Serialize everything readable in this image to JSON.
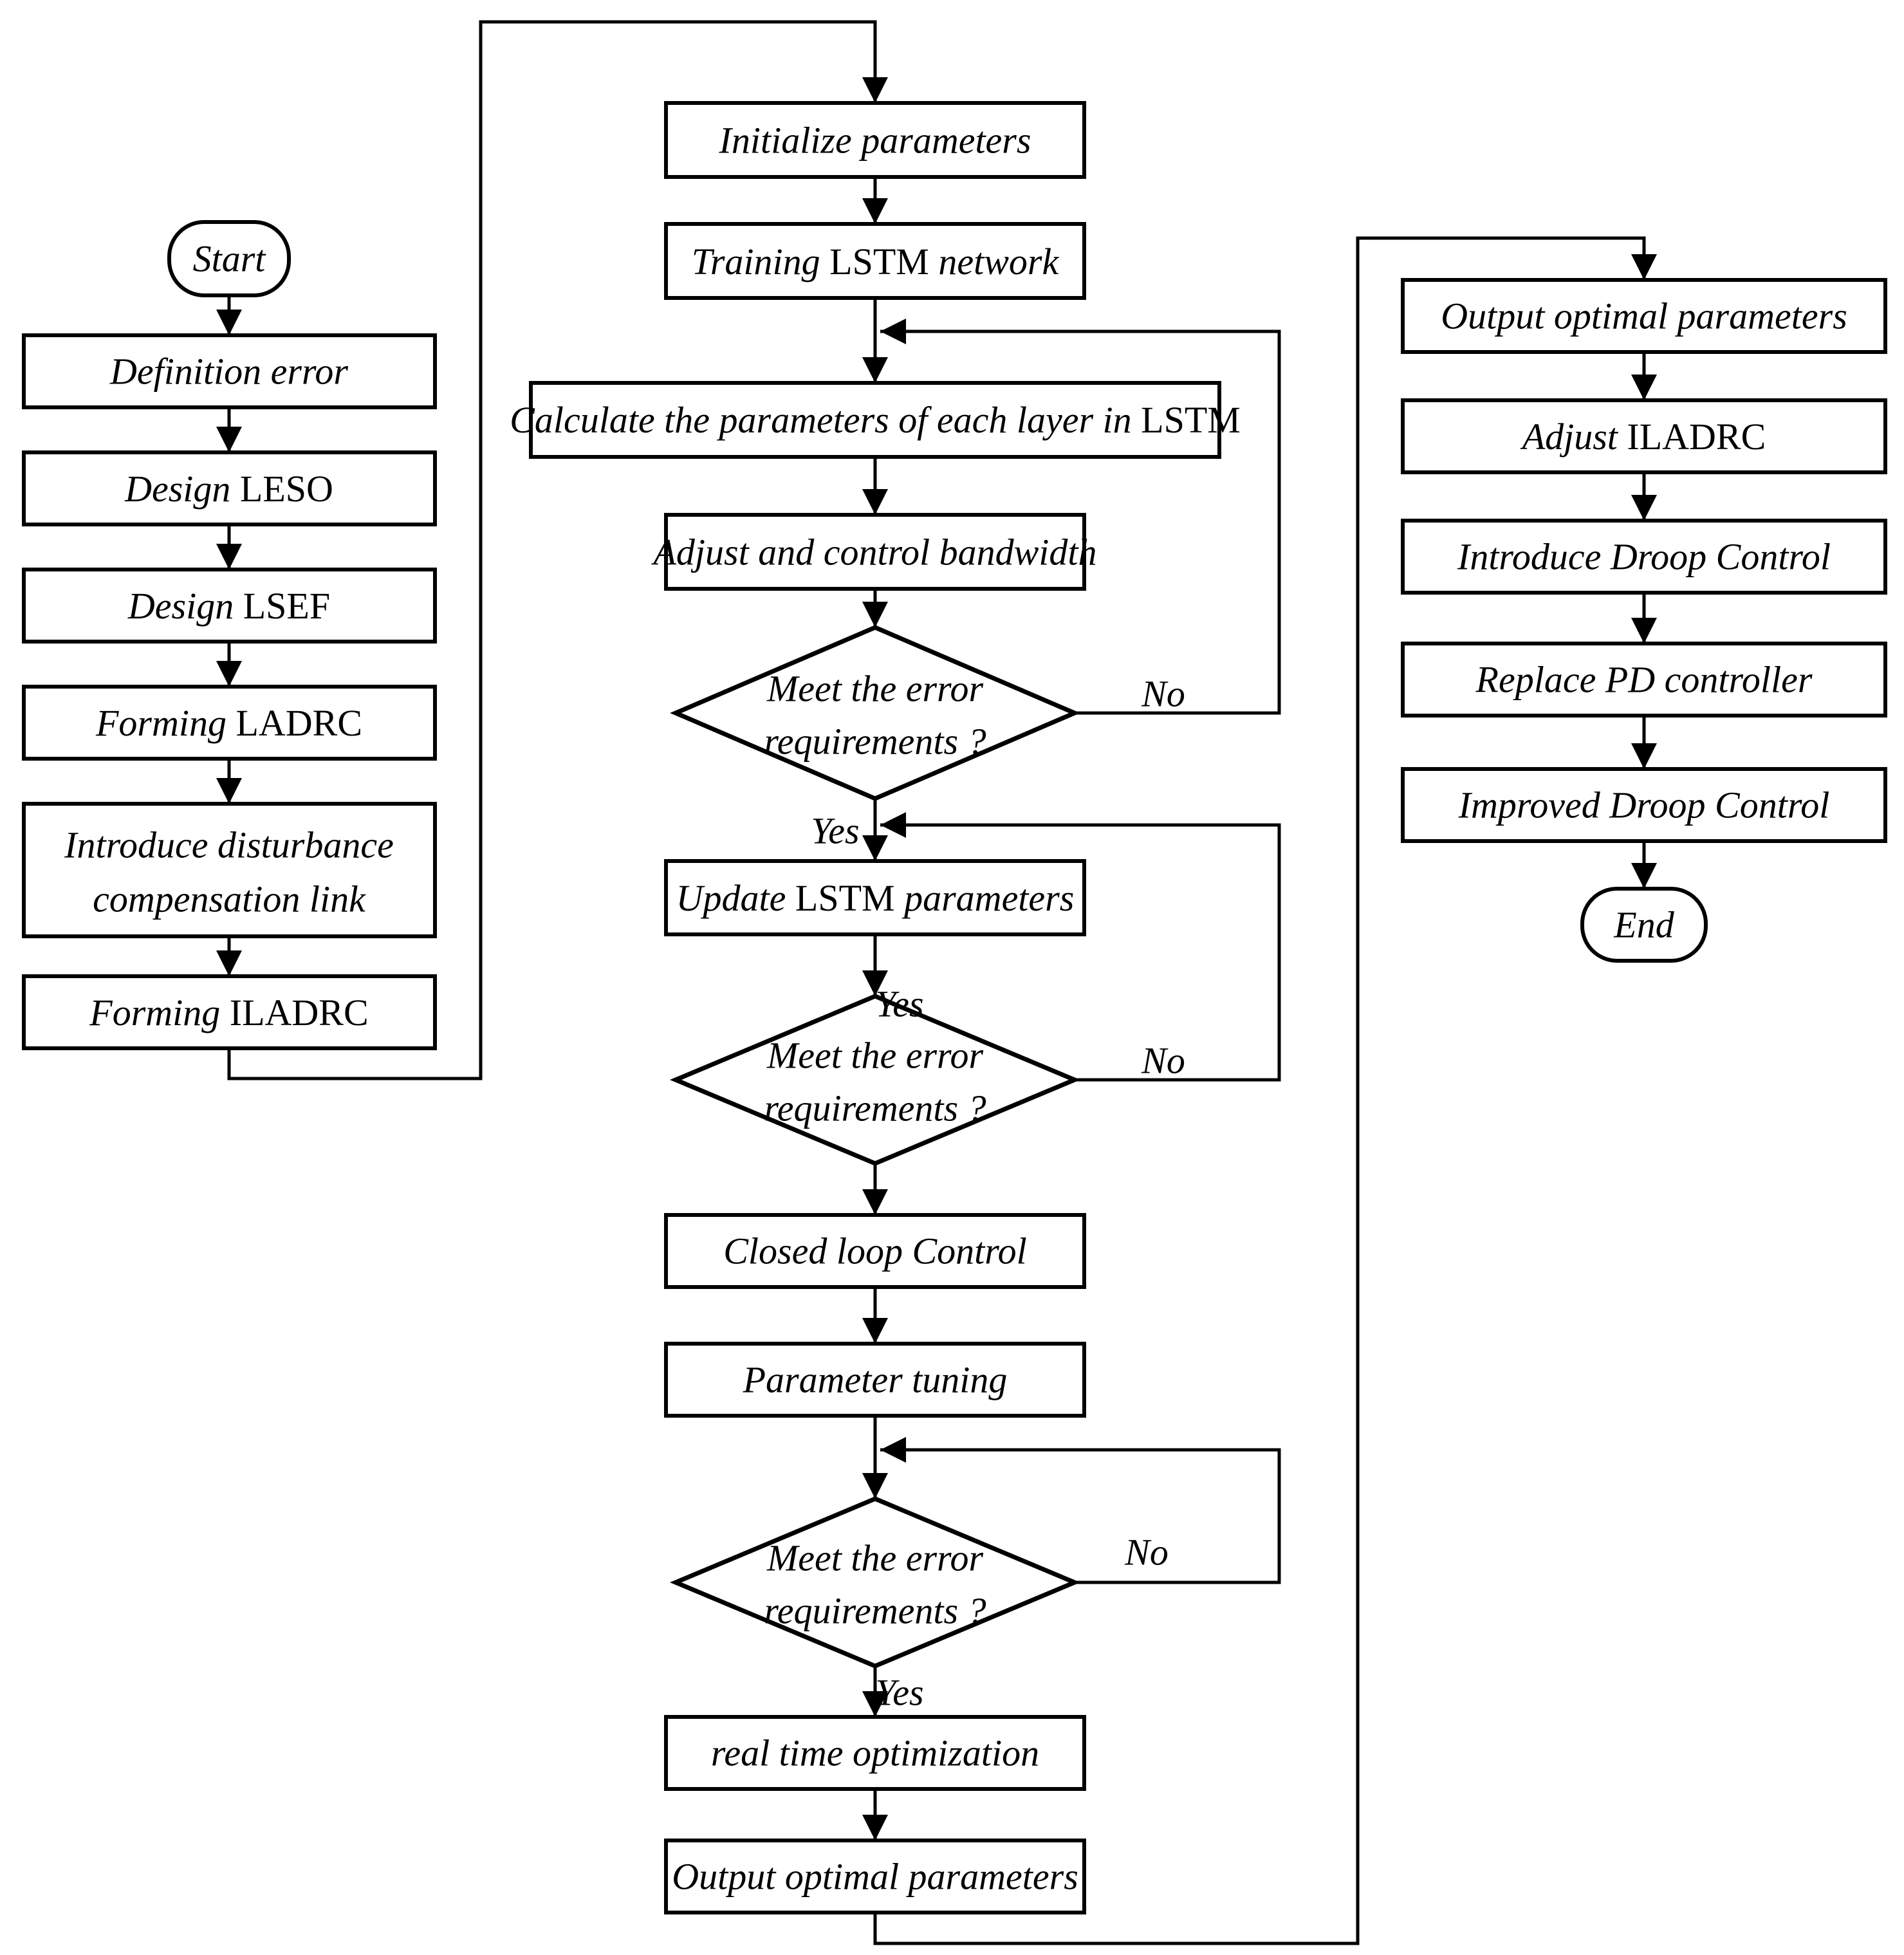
{
  "title": "ILADRC LSTM parameter optimization flowchart",
  "colors": {
    "ink": "#000000",
    "background": "#ffffff"
  },
  "left": {
    "start": {
      "label": "Start"
    },
    "definition_error": {
      "label": "Definition error"
    },
    "design_leso": {
      "segments": [
        {
          "t": "Design "
        },
        {
          "t": "LESO"
        }
      ]
    },
    "design_lsef": {
      "segments": [
        {
          "t": "Design "
        },
        {
          "t": "LSEF"
        }
      ]
    },
    "forming_ladrc": {
      "segments": [
        {
          "t": "Forming "
        },
        {
          "t": "LADRC"
        }
      ]
    },
    "introduce_disturbance": {
      "line1": "Introduce disturbance",
      "line2": "compensation link"
    },
    "forming_iladrc": {
      "segments": [
        {
          "t": "Forming "
        },
        {
          "t": "ILADRC"
        }
      ]
    }
  },
  "middle": {
    "initialize": {
      "label": "Initialize parameters"
    },
    "training": {
      "segments": [
        {
          "t": "Training "
        },
        {
          "t": "LSTM"
        },
        {
          "t": " network"
        }
      ]
    },
    "calculate": {
      "segments": [
        {
          "t": "Calculate the parameters of each layer in "
        },
        {
          "t": "LSTM"
        }
      ]
    },
    "adjust_bandwidth": {
      "label": "Adjust and control bandwidth"
    },
    "decision1": {
      "line1": "Meet the error",
      "line2": "requirements ?"
    },
    "update": {
      "segments": [
        {
          "t": "Update "
        },
        {
          "t": "LSTM"
        },
        {
          "t": " parameters"
        }
      ]
    },
    "decision2": {
      "line1": "Meet the error",
      "line2": "requirements ?"
    },
    "closed_loop": {
      "label": "Closed loop Control"
    },
    "parameter_tuning": {
      "label": "Parameter tuning"
    },
    "decision3": {
      "line1": "Meet the error",
      "line2": "requirements ?"
    },
    "real_time": {
      "label": "real time optimization"
    },
    "output_optimal": {
      "label": "Output optimal parameters"
    }
  },
  "right": {
    "output_optimal": {
      "label": "Output optimal parameters"
    },
    "adjust_iladrc": {
      "segments": [
        {
          "t": "Adjust "
        },
        {
          "t": "ILADRC"
        }
      ]
    },
    "introduce_droop": {
      "label": "Introduce Droop Control"
    },
    "replace_pd": {
      "label": "Replace PD controller"
    },
    "improved_droop": {
      "label": "Improved Droop Control"
    },
    "end": {
      "label": "End"
    }
  },
  "branch_labels": {
    "yes1": "Yes",
    "yes2": "Yes",
    "yes3": "Yes",
    "no1": "No",
    "no2": "No",
    "no3": "No"
  }
}
